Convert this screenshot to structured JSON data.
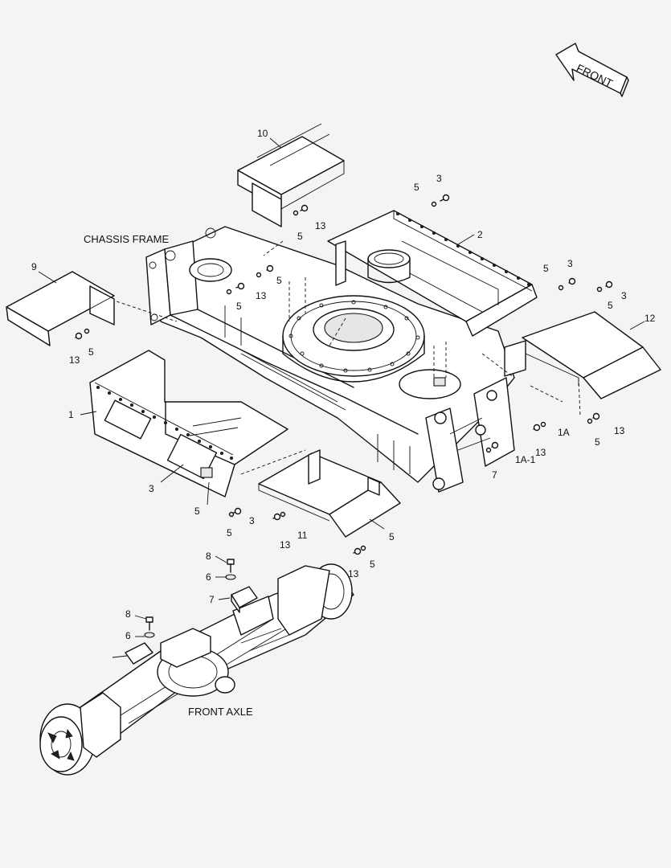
{
  "diagram": {
    "front_indicator": "FRONT",
    "captions": {
      "chassis_frame": "CHASSIS FRAME",
      "front_axle": "FRONT AXLE"
    },
    "callouts": [
      "10",
      "5",
      "3",
      "13",
      "5",
      "2",
      "5",
      "3",
      "3",
      "5",
      "9",
      "5",
      "13",
      "13",
      "5",
      "12",
      "1",
      "5",
      "13",
      "5",
      "13",
      "1A",
      "1A-1",
      "3",
      "5",
      "5",
      "3",
      "11",
      "13",
      "5",
      "13",
      "5",
      "7",
      "8",
      "6",
      "7",
      "8",
      "6"
    ]
  }
}
